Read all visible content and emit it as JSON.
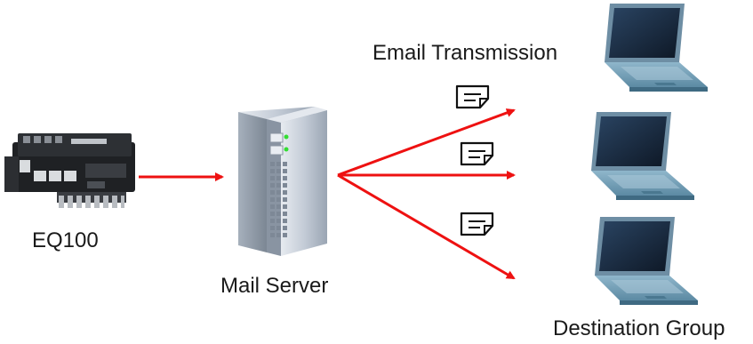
{
  "labels": {
    "device": "EQ100",
    "server": "Mail Server",
    "transmission": "Email Transmission",
    "destination": "Destination Group"
  },
  "colors": {
    "arrow": "#ee1111",
    "envelope_stroke": "#111111",
    "laptop_screen": "#1a2c40",
    "laptop_body": "#6e9cb4",
    "server_body": "#c9d0da",
    "device_body": "#2a2c30"
  },
  "icons": {
    "device": "industrial-device-icon",
    "server": "tower-server-icon",
    "message": "envelope-icon",
    "laptop": "laptop-icon"
  }
}
